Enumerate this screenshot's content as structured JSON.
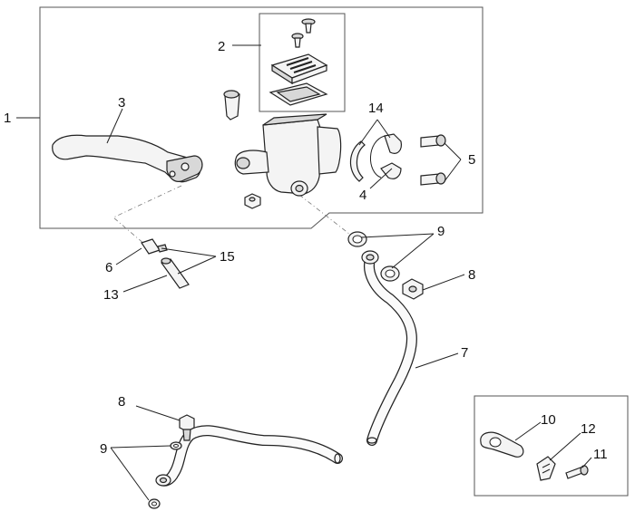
{
  "callouts": {
    "c1": "1",
    "c2": "2",
    "c3": "3",
    "c4": "4",
    "c5": "5",
    "c6": "6",
    "c7": "7",
    "c8_right": "8",
    "c8_left": "8",
    "c9_top": "9",
    "c9_left": "9",
    "c10": "10",
    "c11": "11",
    "c12": "12",
    "c13": "13",
    "c14": "14",
    "c15": "15"
  },
  "icons": [
    "brake-lever",
    "master-cylinder-body",
    "reservoir-cap",
    "reservoir-diaphragm",
    "pivot-bolt",
    "mirror-clamp",
    "clamp-screw",
    "brake-hose",
    "banjo-bolt",
    "sealing-washer",
    "hose-clip",
    "cable-clip",
    "push-rod",
    "small-screw"
  ]
}
